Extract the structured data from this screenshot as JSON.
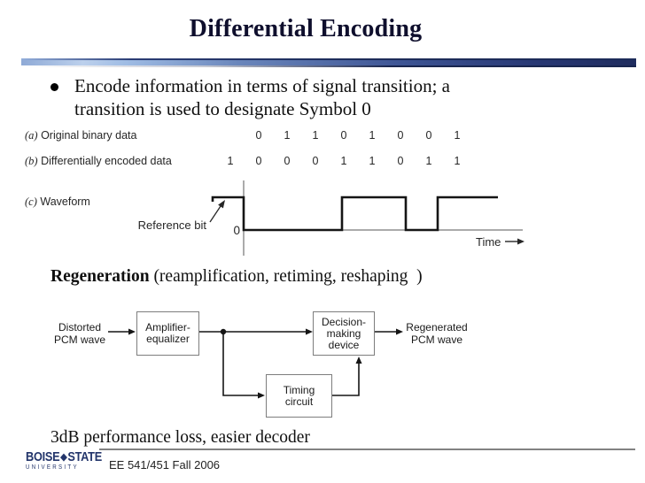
{
  "title": "Differential Encoding",
  "bullet": {
    "text": "Encode information in terms of signal transition; a transition is used to designate Symbol 0"
  },
  "figure": {
    "row_a": {
      "label": "(a)",
      "caption": "Original binary data",
      "bits": [
        "0",
        "1",
        "1",
        "0",
        "1",
        "0",
        "0",
        "1"
      ]
    },
    "row_b": {
      "label": "(b)",
      "caption": "Differentially encoded data",
      "bits": [
        "1",
        "0",
        "0",
        "0",
        "1",
        "1",
        "0",
        "1",
        "1"
      ]
    },
    "row_c": {
      "label": "(c)",
      "caption": "Waveform"
    },
    "reference_bit_label": "Reference bit",
    "zero_label": "0",
    "time_label": "Time"
  },
  "regeneration": {
    "bold": "Regeneration",
    "rest": " (reamplification, retiming, reshaping  )"
  },
  "diagram": {
    "input_label": "Distorted PCM wave",
    "output_label": "Regenerated PCM wave",
    "amplifier_box": {
      "line1": "Amplifier-",
      "line2": "equalizer"
    },
    "decision_box": {
      "line1": "Decision-",
      "line2": "making",
      "line3": "device"
    },
    "timing_box": {
      "line1": "Timing",
      "line2": "circuit"
    }
  },
  "bottom_note": "3dB performance loss, easier decoder",
  "footer": {
    "course": "EE 541/451 Fall 2006"
  },
  "logo": {
    "word1": "BOISE",
    "diamond": "◆",
    "word2": "STATE",
    "subtext": "UNIVERSITY"
  },
  "colors": {
    "title_navy": "#0f0f2d",
    "separator_navy": "#1c2b58",
    "logo_navy": "#23356b",
    "divider_gray": "#828282",
    "waveform_gray_axis": "#8f8f8f",
    "line_black": "#151515"
  }
}
